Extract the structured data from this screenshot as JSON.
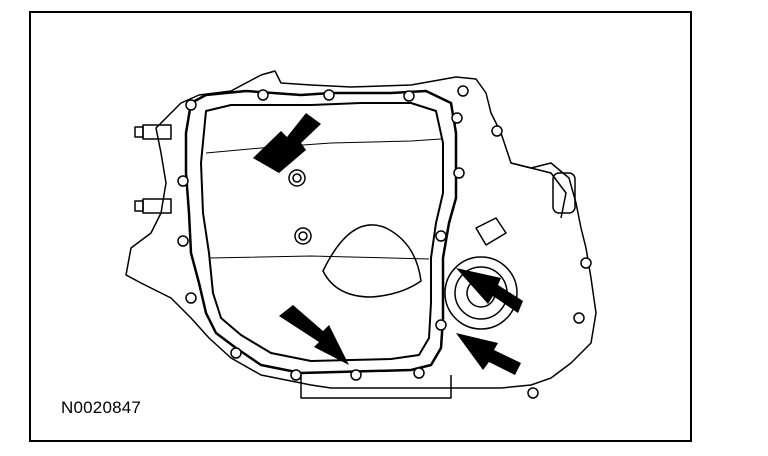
{
  "figure": {
    "id_label": "N0020847",
    "subject": "transmission-oil-pan-illustration",
    "arrow_count": 4,
    "colors": {
      "ink": "#000000",
      "paper": "#ffffff"
    }
  }
}
